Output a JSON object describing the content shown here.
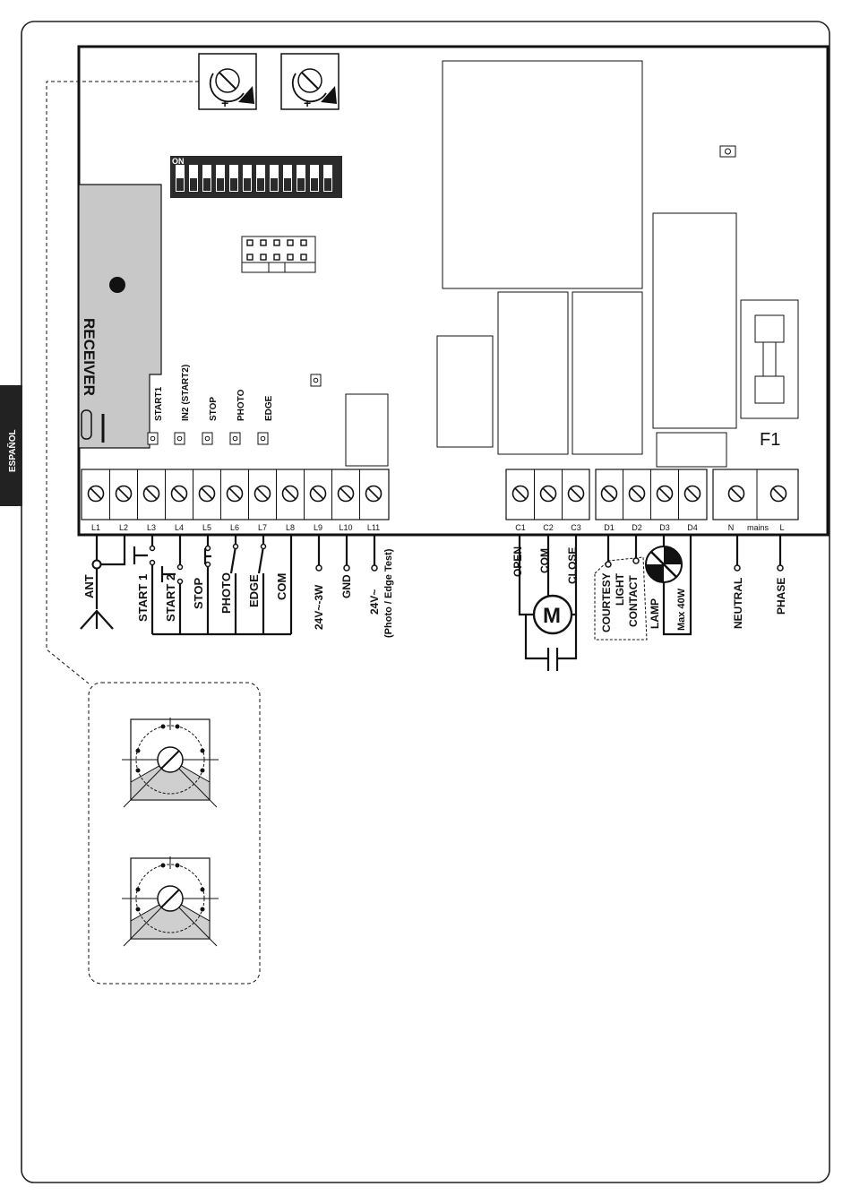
{
  "side_tab": {
    "label": "ESPAÑOL"
  },
  "board": {
    "dip_label": "ON",
    "receiver_label": "RECEIVER",
    "fuse_label": "F1",
    "led_labels": [
      "START1",
      "IN2 (START2)",
      "STOP",
      "PHOTO",
      "EDGE"
    ]
  },
  "terminals": {
    "left": [
      "L1",
      "L2",
      "L3",
      "L4",
      "L5",
      "L6",
      "L7",
      "L8",
      "L9",
      "L10",
      "L11"
    ],
    "motor": [
      "C1",
      "C2",
      "C3"
    ],
    "aux": [
      "D1",
      "D2",
      "D3",
      "D4"
    ],
    "mains": [
      "N",
      "mains",
      "L"
    ]
  },
  "wiring": {
    "ant": "ANT",
    "start1": "START 1",
    "start2": "START 2",
    "stop": "STOP",
    "photo": "PHOTO",
    "edge": "EDGE",
    "com": "COM",
    "power_24": "24V~-3W",
    "gnd": "GND",
    "test_24": "24V~",
    "test_note": "(Photo / Edge Test)",
    "open": "OPEN",
    "motor_com": "COM",
    "close": "CLOSE",
    "motor_symbol": "M",
    "courtesy_1": "COURTESY",
    "courtesy_2": "LIGHT",
    "courtesy_3": "CONTACT",
    "lamp": "LAMP",
    "lamp_max": "Max 40W",
    "neutral": "NEUTRAL",
    "phase": "PHASE"
  }
}
